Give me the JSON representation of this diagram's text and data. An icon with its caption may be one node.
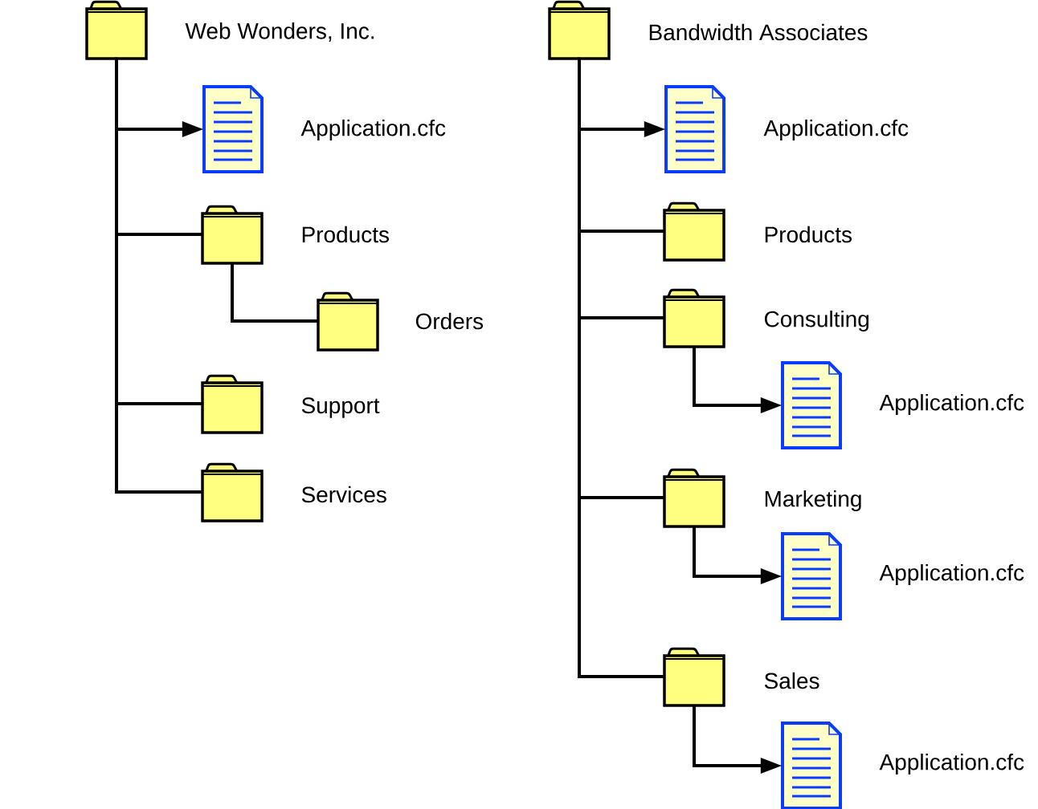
{
  "diagram": {
    "nodes": [
      {
        "text": [
          "Web Wonders, Inc."
        ]
      },
      {
        "text": [
          "Application.cfc"
        ]
      },
      {
        "text": [
          "Products"
        ]
      },
      {
        "text": [
          "Orders"
        ]
      },
      {
        "text": [
          "Support"
        ]
      },
      {
        "text": [
          "Services"
        ]
      },
      {
        "text": [
          "Bandwidth Associates"
        ]
      },
      {
        "text": [
          "Application.cfc"
        ]
      },
      {
        "text": [
          "Products"
        ]
      },
      {
        "text": [
          "Consulting"
        ]
      },
      {
        "text": [
          "Application.cfc"
        ]
      },
      {
        "text": [
          "Marketing"
        ]
      },
      {
        "text": [
          "Application.cfc"
        ]
      },
      {
        "text": [
          "Sales"
        ]
      },
      {
        "text": [
          "Application.cfc"
        ]
      }
    ],
    "edges": [
      {
        "from": 0,
        "to": 1,
        "arrow": "to"
      },
      {
        "from": 0,
        "to": 2,
        "arrow": "none"
      },
      {
        "from": 2,
        "to": 3,
        "arrow": "none"
      },
      {
        "from": 0,
        "to": 4,
        "arrow": "none"
      },
      {
        "from": 0,
        "to": 5,
        "arrow": "none"
      },
      {
        "from": 6,
        "to": 7,
        "arrow": "to"
      },
      {
        "from": 6,
        "to": 8,
        "arrow": "none"
      },
      {
        "from": 6,
        "to": 9,
        "arrow": "none"
      },
      {
        "from": 9,
        "to": 10,
        "arrow": "to"
      },
      {
        "from": 6,
        "to": 11,
        "arrow": "none"
      },
      {
        "from": 11,
        "to": 12,
        "arrow": "to"
      },
      {
        "from": 6,
        "to": 13,
        "arrow": "none"
      },
      {
        "from": 13,
        "to": 14,
        "arrow": "to"
      }
    ]
  }
}
